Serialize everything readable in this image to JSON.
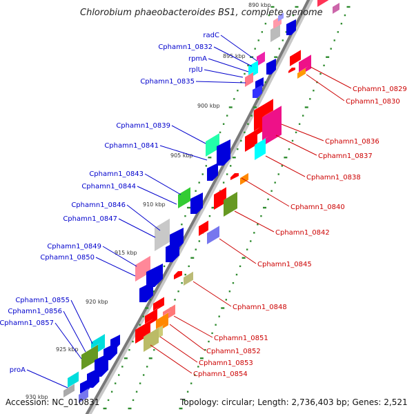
{
  "title": "Chlorobium phaeobacteroides BS1, complete genome",
  "footer": {
    "accession": "Accession: NC_010831",
    "summary": "Topology: circular; Length: 2,736,403 bp; Genes: 2,521"
  },
  "colors": {
    "left_label": "#0000cc",
    "right_label": "#cc0000",
    "scale_line": "#7a7a7a",
    "ruler_dots": "#2e8b2e"
  },
  "scale_ticks": [
    {
      "label": "890 kbp"
    },
    {
      "label": "895 kbp"
    },
    {
      "label": "900 kbp"
    },
    {
      "label": "905 kbp"
    },
    {
      "label": "910 kbp"
    },
    {
      "label": "915 kbp"
    },
    {
      "label": "920 kbp"
    },
    {
      "label": "925 kbp"
    },
    {
      "label": "930 kbp"
    }
  ],
  "left_genes": [
    {
      "label": "radC"
    },
    {
      "label": "Cphamn1_0832"
    },
    {
      "label": "rpmA"
    },
    {
      "label": "rplU"
    },
    {
      "label": "Cphamn1_0835"
    },
    {
      "label": "Cphamn1_0839"
    },
    {
      "label": "Cphamn1_0841"
    },
    {
      "label": "Cphamn1_0843"
    },
    {
      "label": "Cphamn1_0844"
    },
    {
      "label": "Cphamn1_0846"
    },
    {
      "label": "Cphamn1_0847"
    },
    {
      "label": "Cphamn1_0849"
    },
    {
      "label": "Cphamn1_0850"
    },
    {
      "label": "Cphamn1_0855"
    },
    {
      "label": "Cphamn1_0856"
    },
    {
      "label": "Cphamn1_0857"
    },
    {
      "label": "proA"
    }
  ],
  "right_genes": [
    {
      "label": "Cphamn1_0829"
    },
    {
      "label": "Cphamn1_0830"
    },
    {
      "label": "Cphamn1_0836"
    },
    {
      "label": "Cphamn1_0837"
    },
    {
      "label": "Cphamn1_0838"
    },
    {
      "label": "Cphamn1_0840"
    },
    {
      "label": "Cphamn1_0842"
    },
    {
      "label": "Cphamn1_0845"
    },
    {
      "label": "Cphamn1_0848"
    },
    {
      "label": "Cphamn1_0851"
    },
    {
      "label": "Cphamn1_0852"
    },
    {
      "label": "Cphamn1_0853"
    },
    {
      "label": "Cphamn1_0854"
    }
  ]
}
